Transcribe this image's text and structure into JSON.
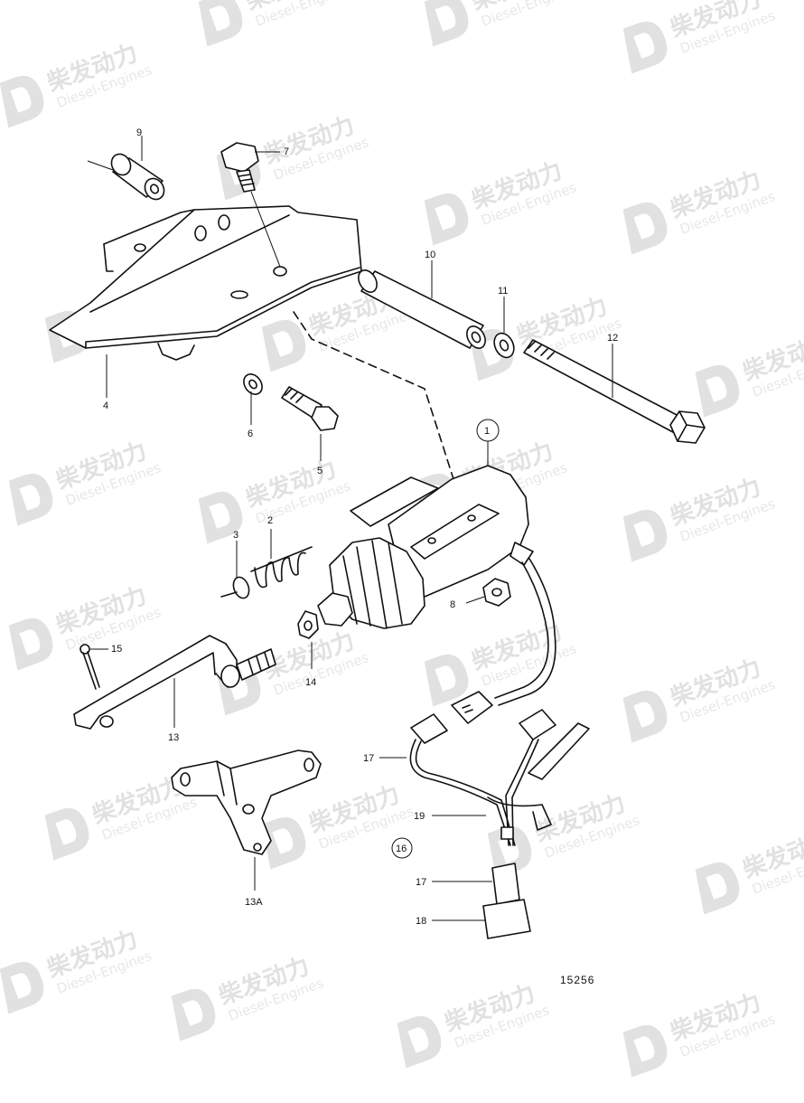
{
  "watermark": {
    "brand": "柴发动力",
    "sub": "Diesel-Engines",
    "color": "#c9c9c9"
  },
  "drawing_number": "15256",
  "labels": {
    "p1": "1",
    "p2": "2",
    "p3": "3",
    "p4": "4",
    "p5": "5",
    "p6": "6",
    "p7": "7",
    "p8": "8",
    "p9": "9",
    "p10": "10",
    "p11": "11",
    "p12": "12",
    "p13": "13",
    "p13a": "13A",
    "p14": "14",
    "p15": "15",
    "p16": "16",
    "p17a": "17",
    "p17b": "17",
    "p18": "18",
    "p19": "19"
  },
  "colors": {
    "line": "#111111",
    "background": "#ffffff"
  }
}
